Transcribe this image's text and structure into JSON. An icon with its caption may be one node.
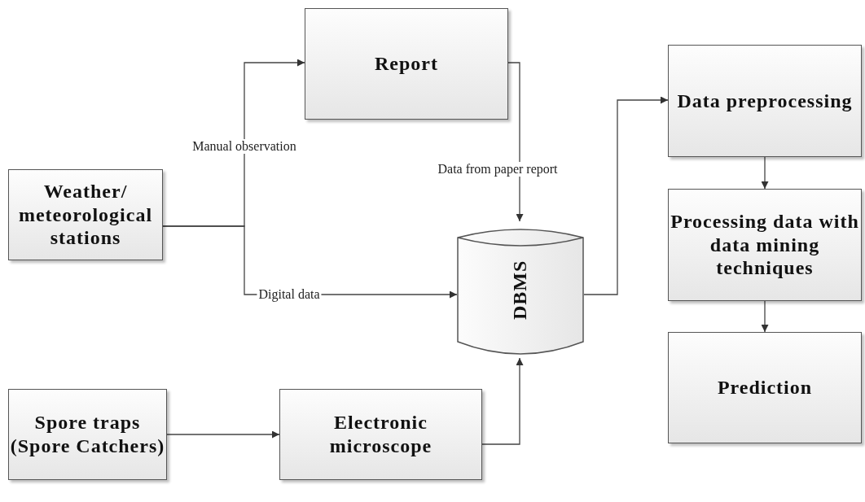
{
  "diagram": {
    "nodes": [
      {
        "text": [
          "Report"
        ]
      },
      {
        "text": [
          "Weather/ meteorological stations"
        ]
      },
      {
        "text": [
          "DBMS"
        ]
      },
      {
        "text": [
          "Spore traps (Spore Catchers)"
        ]
      },
      {
        "text": [
          "Electronic microscope"
        ]
      },
      {
        "text": [
          "Data preprocessing"
        ]
      },
      {
        "text": [
          "Processing data with data mining techniques"
        ]
      },
      {
        "text": [
          "Prediction"
        ]
      }
    ],
    "edges": [
      {
        "from": 1,
        "to": 0,
        "arrow": "to",
        "label": "Manual observation"
      },
      {
        "from": 1,
        "to": 2,
        "arrow": "to",
        "label": "Digital data"
      },
      {
        "from": 0,
        "to": 2,
        "arrow": "to",
        "label": "Data from paper report"
      },
      {
        "from": 3,
        "to": 4,
        "arrow": "to"
      },
      {
        "from": 4,
        "to": 2,
        "arrow": "to"
      },
      {
        "from": 2,
        "to": 5,
        "arrow": "to"
      },
      {
        "from": 5,
        "to": 6,
        "arrow": "to"
      },
      {
        "from": 6,
        "to": 7,
        "arrow": "to"
      }
    ]
  }
}
